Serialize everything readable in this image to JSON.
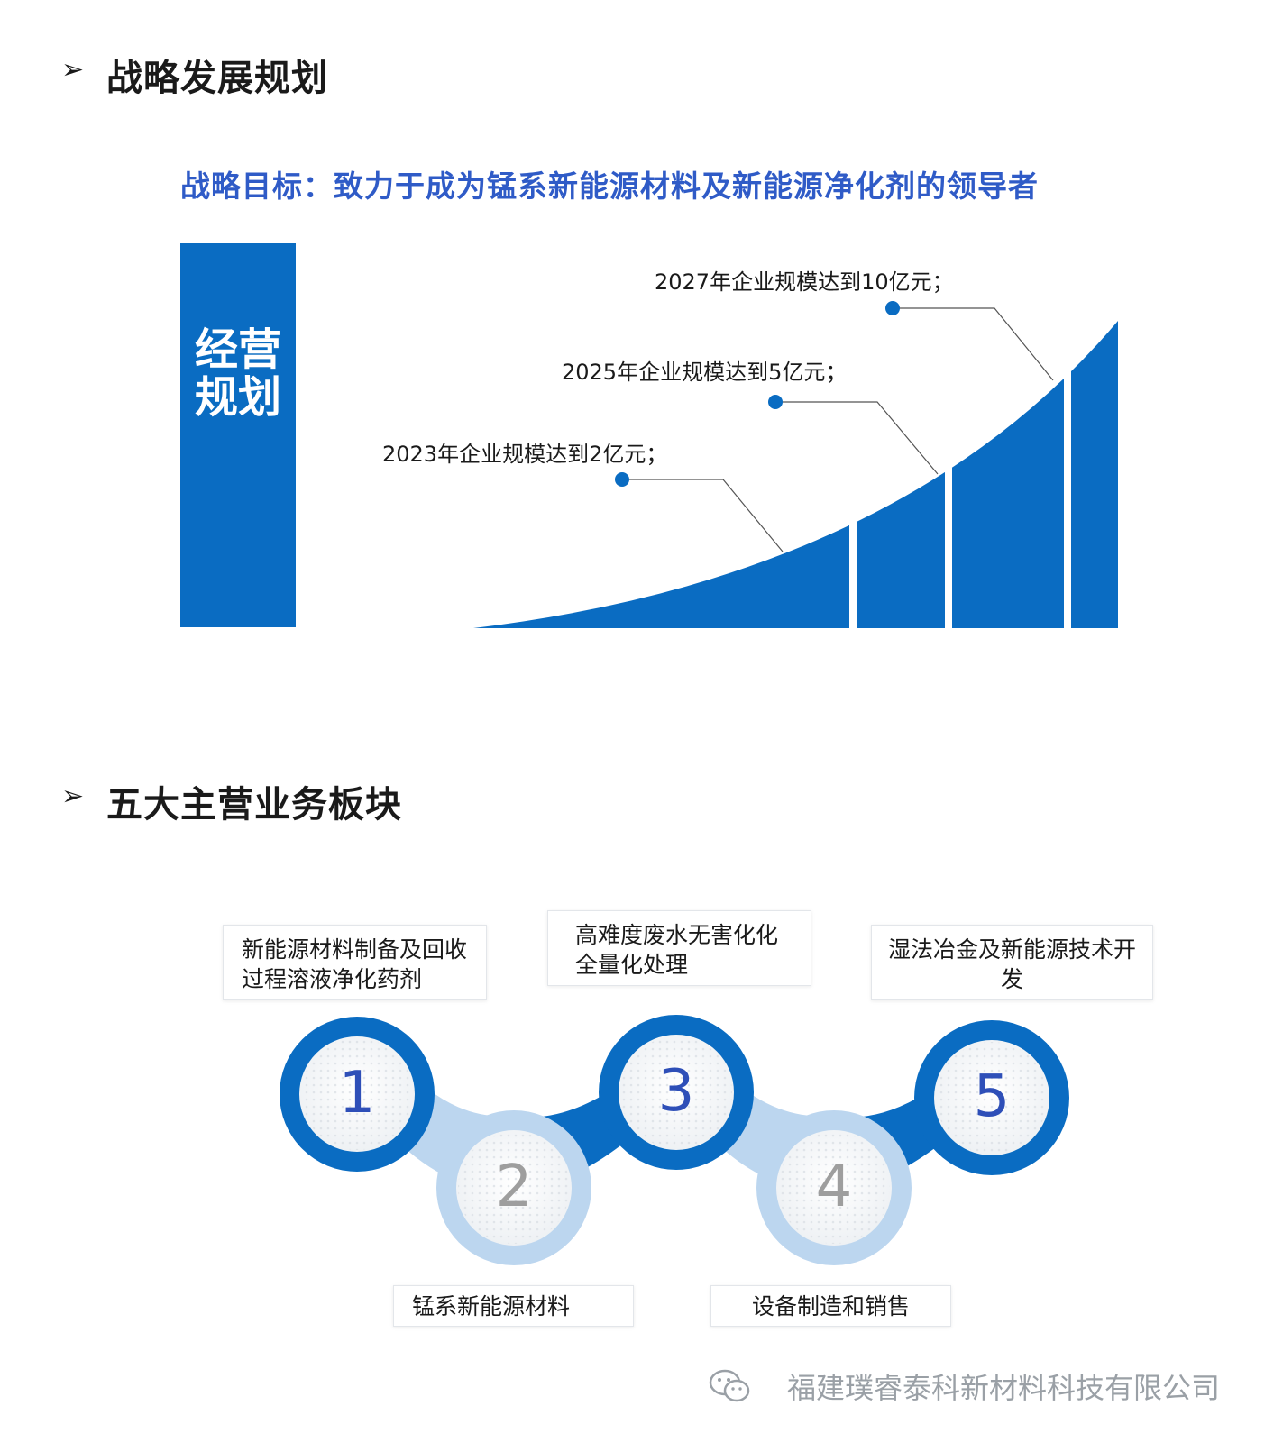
{
  "section1": {
    "arrow": "➢",
    "title": "战略发展规划"
  },
  "goal": "战略目标：致力于成为锰系新能源材料及新能源净化剂的领导者",
  "plan_label": "经营规划",
  "milestones": [
    "2023年企业规模达到2亿元；",
    "2025年企业规模达到5亿元；",
    "2027年企业规模达到10亿元；"
  ],
  "section2": {
    "arrow": "➢",
    "title": "五大主营业务板块"
  },
  "businesses": [
    {
      "number": "1",
      "label": "新能源材料制备及回收过程溶液净化药剂"
    },
    {
      "number": "2",
      "label": "锰系新能源材料"
    },
    {
      "number": "3",
      "label": "高难度废水无害化化全量化处理"
    },
    {
      "number": "4",
      "label": "设备制造和销售"
    },
    {
      "number": "5",
      "label": "湿法冶金及新能源技术开发"
    }
  ],
  "footer": "福建璞睿泰科新材料科技有限公司",
  "colors": {
    "primary": "#0a6cc2",
    "light": "#bcd6ef",
    "goal": "#2f5bc7",
    "number": "#2e4fb8",
    "number_muted": "#9e9e9e"
  }
}
